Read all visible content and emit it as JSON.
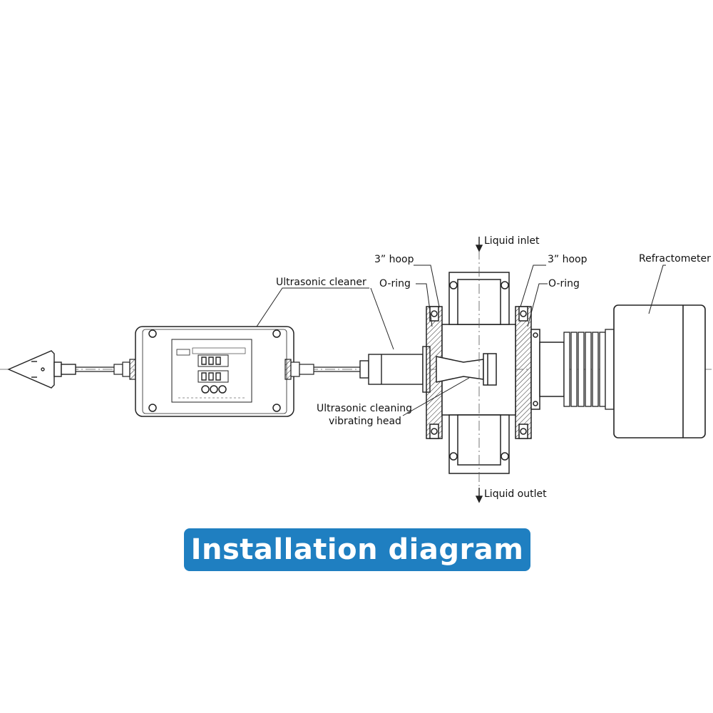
{
  "labels": {
    "liquid_inlet": "Liquid inlet",
    "liquid_outlet": "Liquid outlet",
    "hoop_left": "3” hoop",
    "hoop_right": "3” hoop",
    "oring_left": "O-ring",
    "oring_right": "O-ring",
    "ultrasonic_cleaner": "Ultrasonic cleaner",
    "vibrating_head_line1": "Ultrasonic cleaning",
    "vibrating_head_line2": "vibrating head",
    "refractometer": "Refractometer"
  },
  "caption": "Installation diagram",
  "colors": {
    "banner": "#1f7fc1",
    "line": "#222222"
  }
}
